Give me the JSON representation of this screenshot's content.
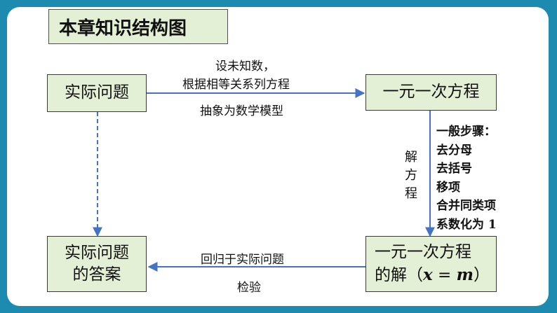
{
  "title": "本章知识结构图",
  "nodes": {
    "problem": "实际问题",
    "equation": "一元一次方程",
    "answer_line1": "实际问题",
    "answer_line2": "的答案",
    "solution_prefix": "的解（",
    "solution_x": "x",
    "solution_eq": " = ",
    "solution_m": "m",
    "solution_suffix": "）",
    "equation2": "一元一次方程"
  },
  "edge_labels": {
    "top_line1": "设未知数，",
    "top_line2": "根据相等关系列方程",
    "top_line3": "抽象为数学模型",
    "solve_chars": [
      "解",
      "方",
      "程"
    ],
    "bottom_line1": "回归于实际问题",
    "bottom_line2": "检验"
  },
  "steps": {
    "heading": "一般步骤：",
    "items": [
      "去分母",
      "去括号",
      "移项",
      "合并同类项",
      "系数化为 1"
    ]
  },
  "colors": {
    "frame": "#1d8ab0",
    "box_fill": "#e3f0d6",
    "arrow": "#4472c4"
  }
}
